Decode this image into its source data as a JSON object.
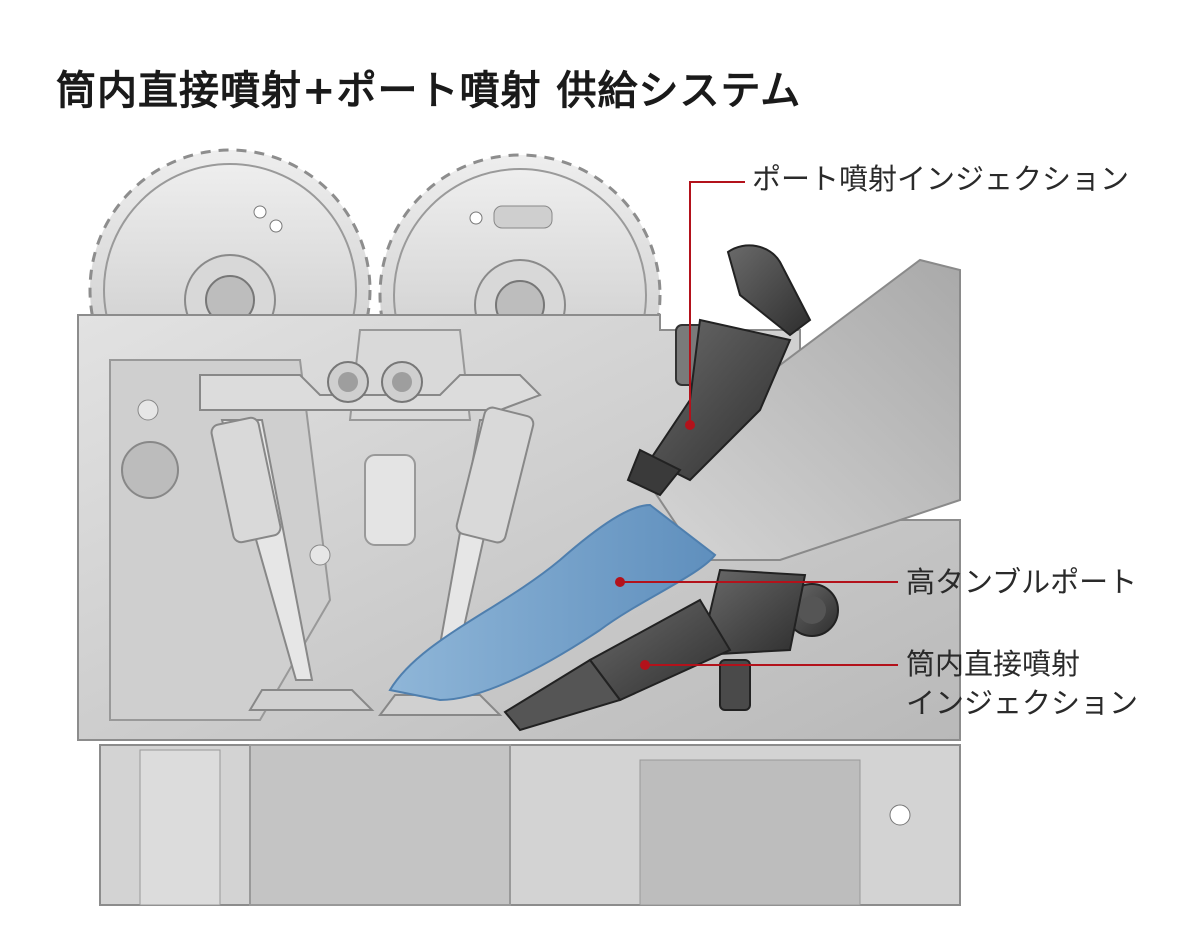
{
  "title": "筒内直接噴射+ポート噴射 供給システム",
  "callouts": {
    "port_injection": "ポート噴射インジェクション",
    "high_tumble_port": "高タンブルポート",
    "direct_injection_line1": "筒内直接噴射",
    "direct_injection_line2": "インジェクション"
  },
  "colors": {
    "callout_line": "#b3121b",
    "tumble_port": "#7aa7cf",
    "engine_body": "#c9c9c9",
    "injector": "#4a4a4a"
  }
}
